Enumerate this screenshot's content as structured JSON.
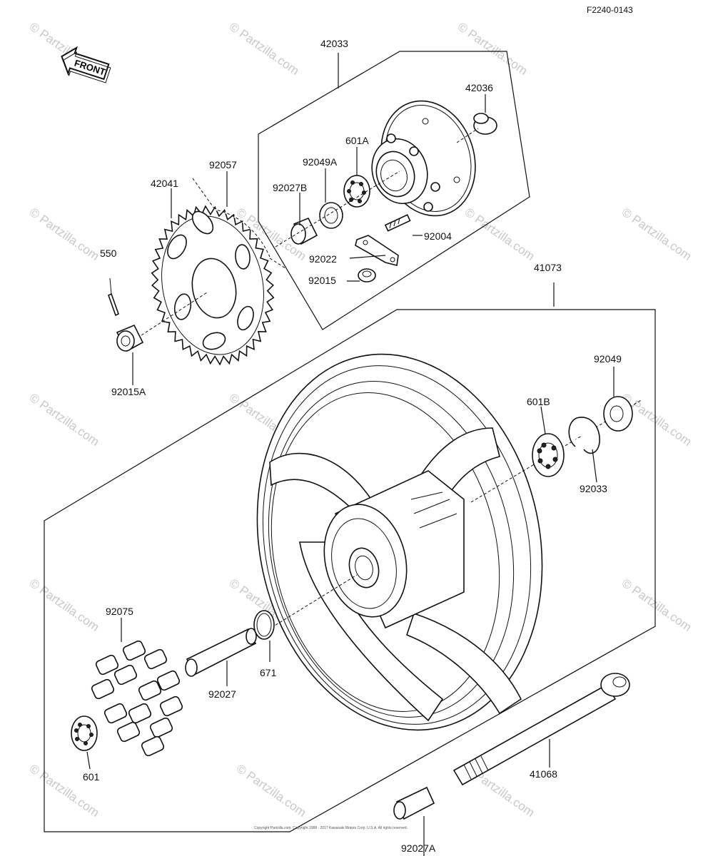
{
  "figure_id": "F2240-0143",
  "front_label": "FRONT",
  "watermark": "© Partzilla.com",
  "copyright": "Copyright Partzilla.com. Copyright 1988 - 2017 Kawasaki Motors Corp. U.S.A. All rights reserved.",
  "parts": [
    {
      "key": "p42033",
      "number": "42033"
    },
    {
      "key": "p42036",
      "number": "42036"
    },
    {
      "key": "p601A",
      "number": "601A"
    },
    {
      "key": "p92049A",
      "number": "92049A"
    },
    {
      "key": "p92057",
      "number": "92057"
    },
    {
      "key": "p42041",
      "number": "42041"
    },
    {
      "key": "p92027B",
      "number": "92027B"
    },
    {
      "key": "p92004",
      "number": "92004"
    },
    {
      "key": "p92022",
      "number": "92022"
    },
    {
      "key": "p550",
      "number": "550"
    },
    {
      "key": "p92015",
      "number": "92015"
    },
    {
      "key": "p41073",
      "number": "41073"
    },
    {
      "key": "p92015A",
      "number": "92015A"
    },
    {
      "key": "p92049",
      "number": "92049"
    },
    {
      "key": "p601B",
      "number": "601B"
    },
    {
      "key": "p92033",
      "number": "92033"
    },
    {
      "key": "p92075",
      "number": "92075"
    },
    {
      "key": "p671",
      "number": "671"
    },
    {
      "key": "p92027",
      "number": "92027"
    },
    {
      "key": "p601",
      "number": "601"
    },
    {
      "key": "p41068",
      "number": "41068"
    },
    {
      "key": "p92027A",
      "number": "92027A"
    }
  ]
}
